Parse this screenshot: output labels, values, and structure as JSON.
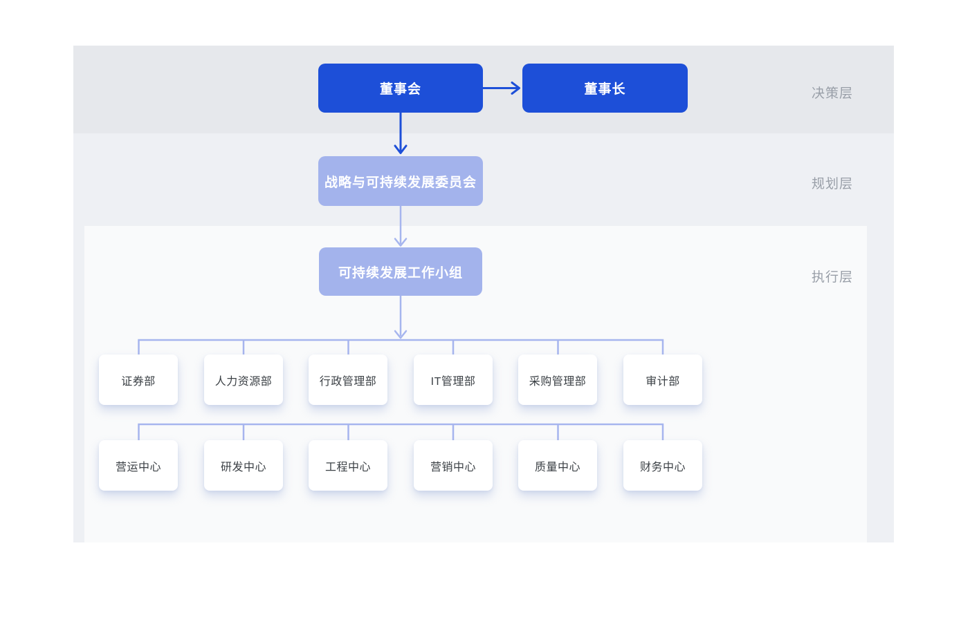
{
  "chart": {
    "title_hint": "sustainability-governance-org-chart",
    "layers": [
      {
        "id": "decision",
        "label": "决策层"
      },
      {
        "id": "planning",
        "label": "规划层"
      },
      {
        "id": "execution",
        "label": "执行层"
      }
    ],
    "nodes": {
      "board": "董事会",
      "chairman": "董事长",
      "committee": "战略与可持续发展委员会",
      "workgroup": "可持续发展工作小组"
    },
    "departments": [
      "证券部",
      "人力资源部",
      "行政管理部",
      "IT管理部",
      "采购管理部",
      "审计部"
    ],
    "centers": [
      "营运中心",
      "研发中心",
      "工程中心",
      "营销中心",
      "质量中心",
      "财务中心"
    ],
    "edges": [
      {
        "from": "board",
        "to": "chairman",
        "style": "dark-arrow"
      },
      {
        "from": "board",
        "to": "committee",
        "style": "dark-arrow"
      },
      {
        "from": "committee",
        "to": "workgroup",
        "style": "light-arrow"
      },
      {
        "from": "workgroup",
        "to": "departments",
        "style": "light-arrow-to-bus"
      },
      {
        "from": "bus",
        "to": "centers",
        "style": "light-bus"
      }
    ],
    "colors": {
      "primary_blue": "#1d4fd8",
      "light_periwinkle": "#a3b3ec",
      "connector": "#a6b5ee",
      "band_decision": "#e6e8ec",
      "band_planning": "#eef0f4",
      "band_execution": "#f9fafb",
      "label_gray": "#999fa8",
      "node_text_dark": "#3b4045"
    }
  }
}
